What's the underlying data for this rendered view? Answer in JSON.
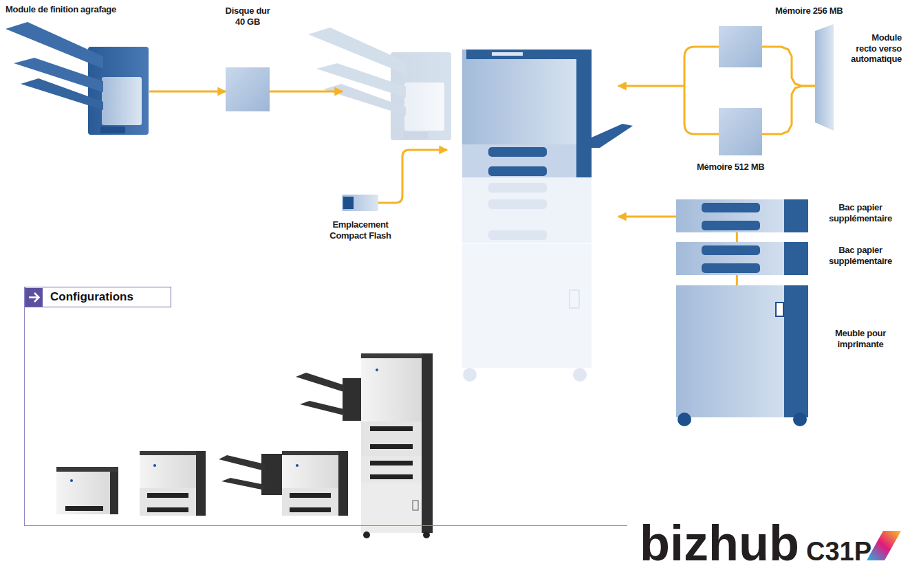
{
  "diagram": {
    "nodes": [
      {
        "text": [
          "Module de finition agrafage"
        ]
      },
      {
        "text": [
          "Disque dur 40 GB"
        ]
      },
      {
        "text": [
          "Mémoire 256 MB"
        ]
      },
      {
        "text": [
          "Module recto verso automatique"
        ]
      },
      {
        "text": [
          "Mémoire 512 MB"
        ]
      },
      {
        "text": [
          "Emplacement Compact Flash"
        ]
      },
      {
        "text": [
          "Bac papier supplémentaire"
        ]
      },
      {
        "text": [
          "Bac papier supplémentaire"
        ]
      },
      {
        "text": [
          "Meuble pour imprimante"
        ]
      },
      {
        "text": [
          "Configurations"
        ]
      }
    ],
    "edges": [
      {
        "from": 0,
        "to": 1,
        "arrow": "to"
      },
      {
        "from": 2,
        "to": 3,
        "arrow": "none"
      },
      {
        "from": 4,
        "to": 3,
        "arrow": "none"
      },
      {
        "from": 6,
        "to": 7,
        "arrow": "none"
      },
      {
        "from": 7,
        "to": 8,
        "arrow": "none"
      }
    ],
    "labels": [
      "bizhub",
      "C31P"
    ]
  }
}
